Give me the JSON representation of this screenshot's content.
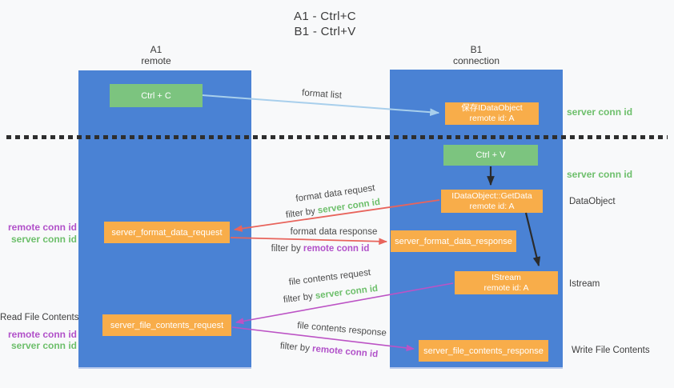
{
  "title": {
    "line1": "A1 - Ctrl+C",
    "line2": "B1 - Ctrl+V"
  },
  "lifelines": {
    "left": {
      "name": "A1",
      "role": "remote"
    },
    "right": {
      "name": "B1",
      "role": "connection"
    }
  },
  "boxes": {
    "ctrl_c": "Ctrl + C",
    "ctrl_v": "Ctrl + V",
    "save_idataobject": {
      "line1": "保存IDataObject",
      "line2": "remote id: A"
    },
    "getdata": {
      "line1": "IDataObject::GetData",
      "line2": "remote id: A"
    },
    "istream": {
      "line1": "IStream",
      "line2": "remote id: A"
    },
    "format_request": "server_format_data_request",
    "format_response": "server_format_data_response",
    "file_request": "server_file_contents_request",
    "file_response": "server_file_contents_response"
  },
  "labels": {
    "format_list": "format list",
    "format_data_request": "format data request",
    "format_data_response": "format data response",
    "file_contents_request": "file contents request",
    "file_contents_response": "file contents response",
    "filter_by": "filter by ",
    "server_conn_id": "server conn id",
    "remote_conn_id": "remote conn id",
    "dataobject": "DataObject",
    "istream_side": "Istream",
    "read_file_contents": "Read File Contents",
    "write_file_contents": "Write File Contents"
  },
  "colors": {
    "lifeline_blue": "#4a82d4",
    "green_box": "#7cc47f",
    "orange_box": "#f8ad4a",
    "red_arrow": "#e8645c",
    "magenta_arrow": "#bc53c5",
    "lightblue_arrow": "#a8cfec",
    "green_text": "#6dbf6b",
    "purple_text": "#b151c9",
    "black_arrow": "#2b2b2b"
  }
}
